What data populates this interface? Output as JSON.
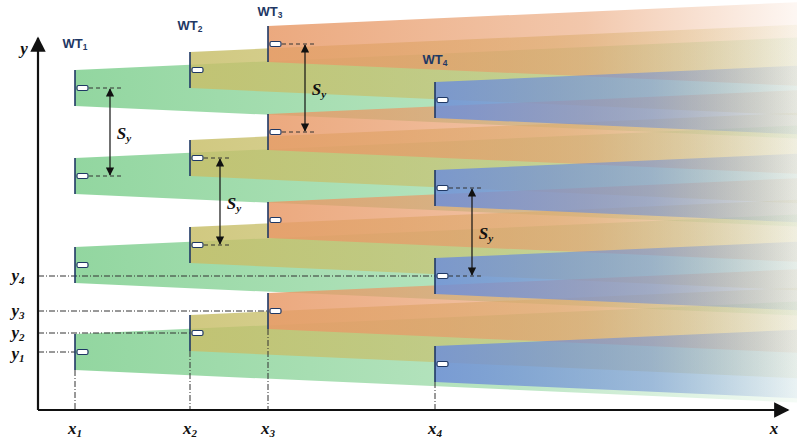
{
  "diagram": {
    "labels": [
      "y",
      "x",
      "WT1",
      "WT2",
      "WT3",
      "WT4",
      "Sy",
      "Sy",
      "Sy",
      "Sy",
      "y4",
      "y3",
      "y2",
      "y1",
      "x1",
      "x2",
      "x3",
      "x4"
    ]
  }
}
